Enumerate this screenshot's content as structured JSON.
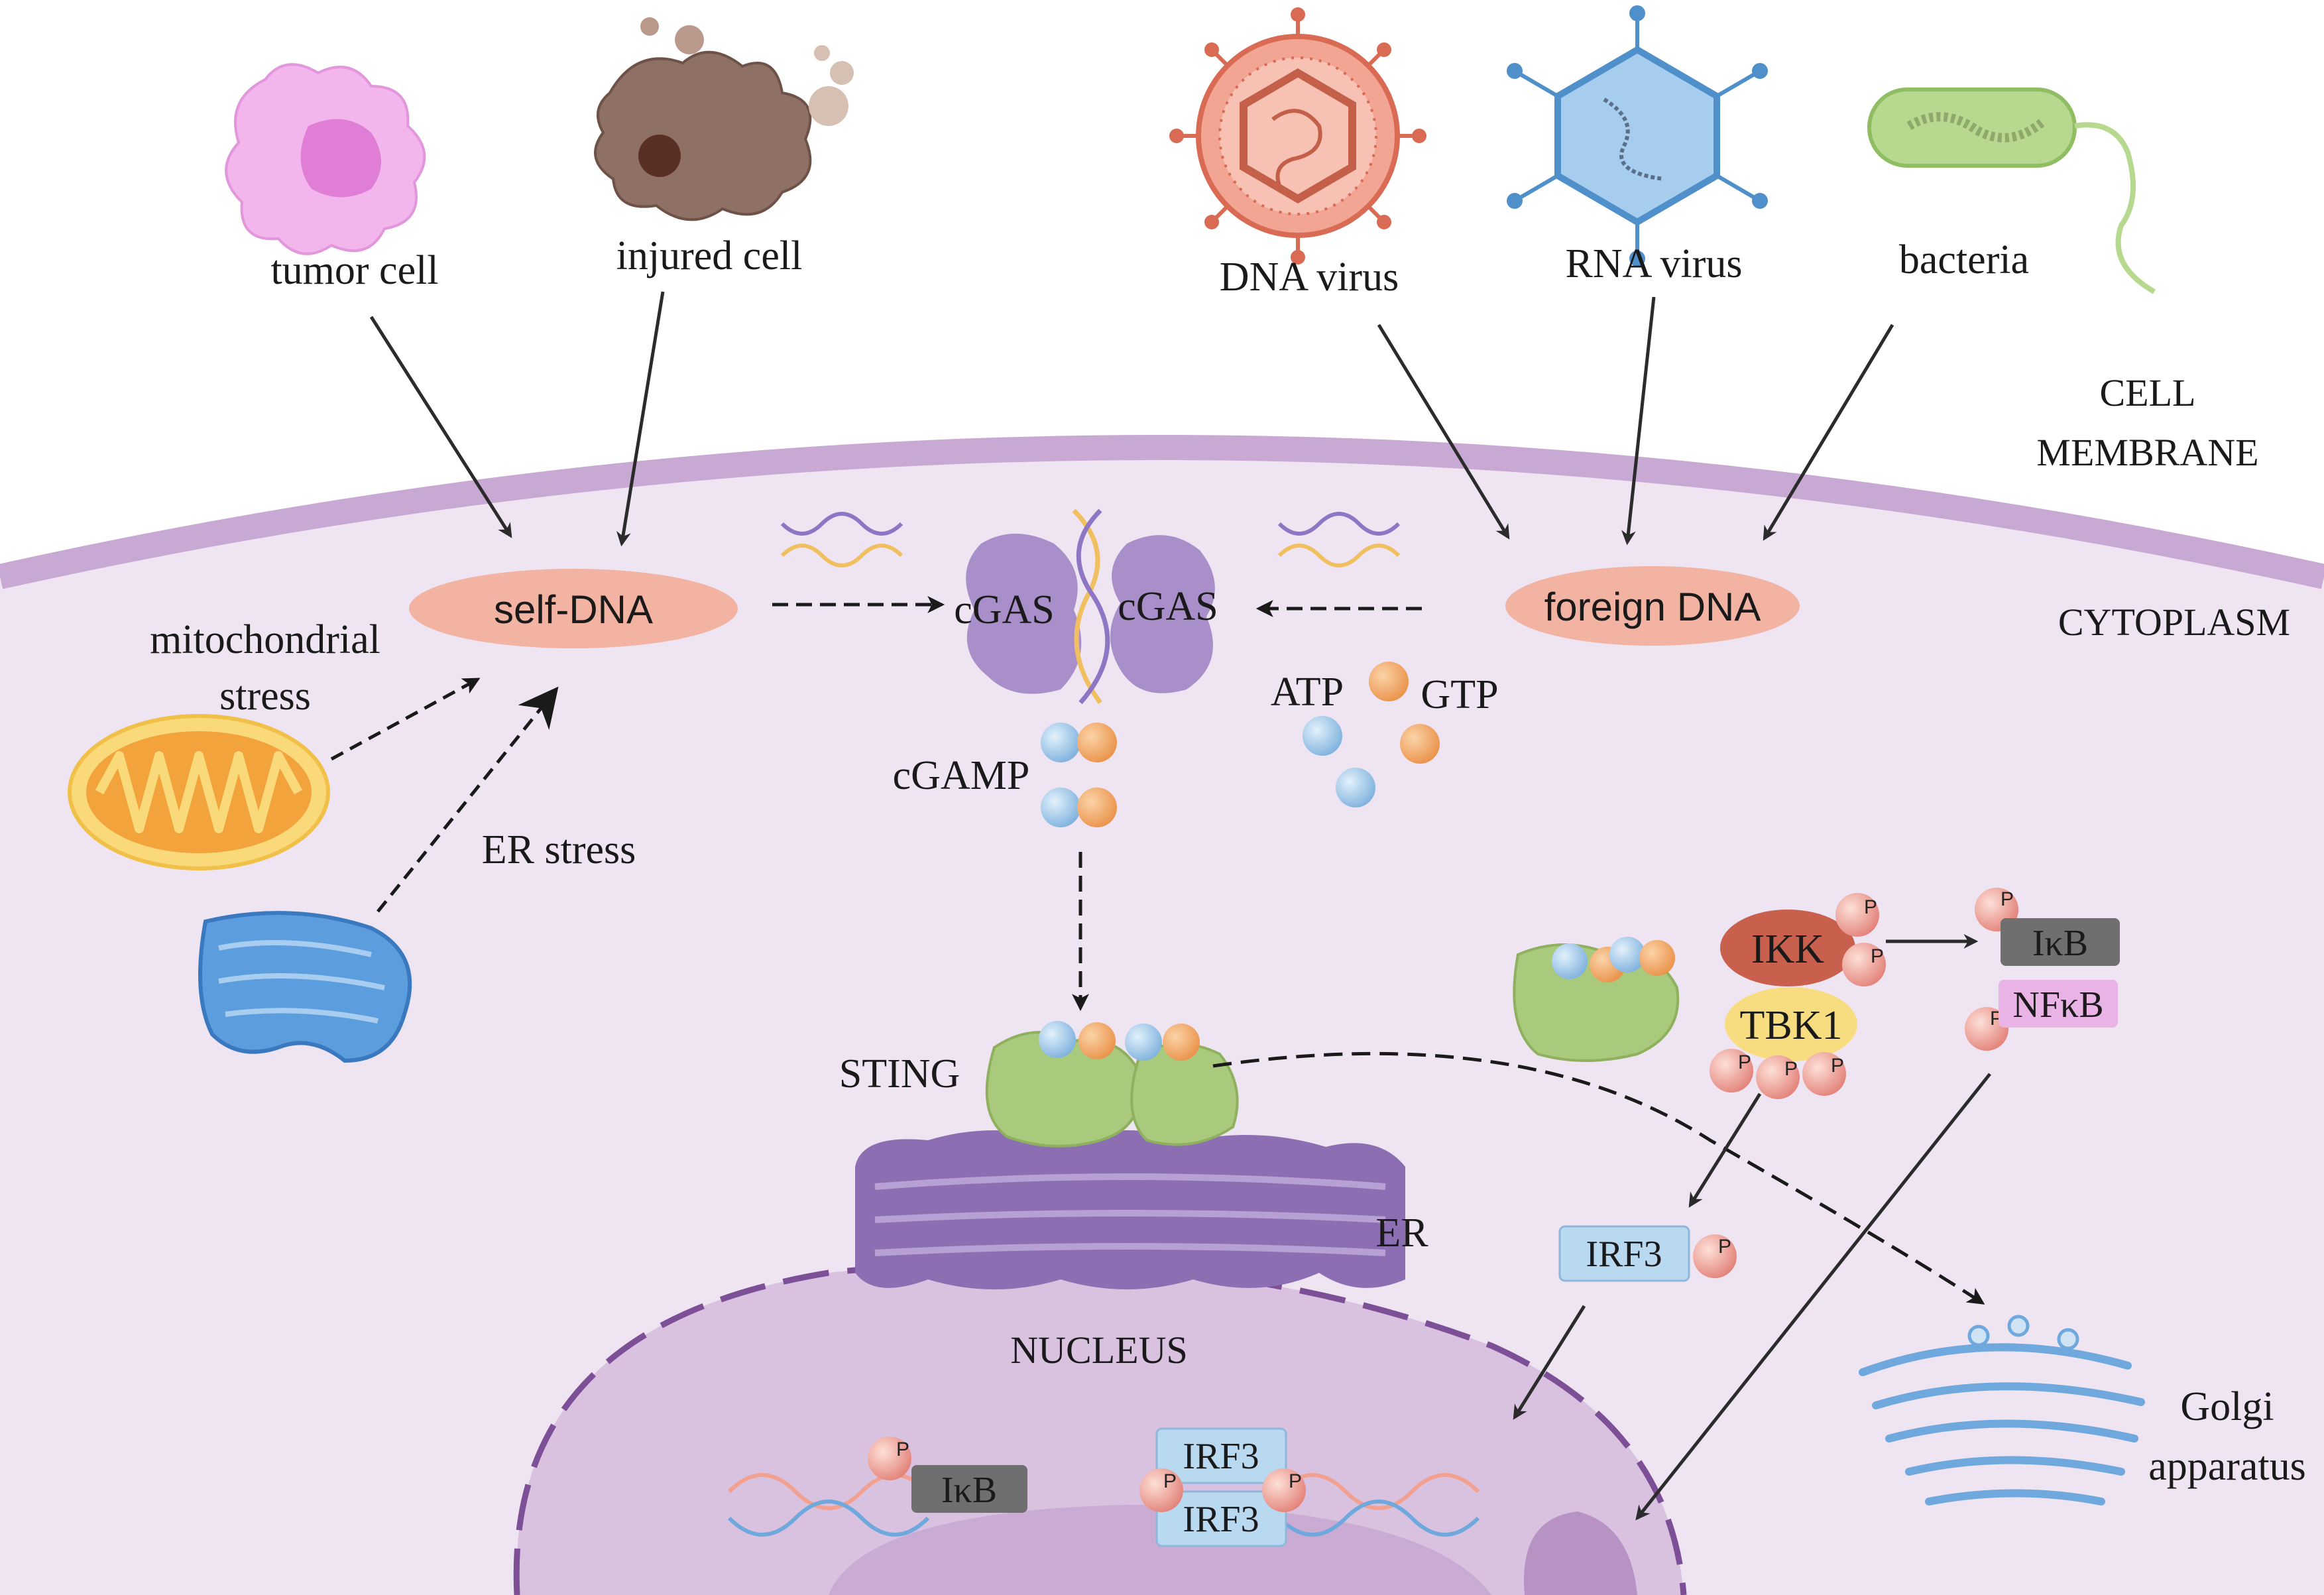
{
  "sources": {
    "tumor_cell": "tumor cell",
    "injured_cell": "injured cell",
    "dna_virus": "DNA virus",
    "rna_virus": "RNA virus",
    "bacteria": "bacteria"
  },
  "regions": {
    "cell_membrane_line1": "CELL",
    "cell_membrane_line2": "MEMBRANE",
    "cytoplasm": "CYTOPLASM",
    "nucleus": "NUCLEUS"
  },
  "nodes": {
    "self_dna": "self-DNA",
    "foreign_dna": "foreign DNA",
    "cgas_left": "cGAS",
    "cgas_right": "cGAS",
    "atp": "ATP",
    "gtp": "GTP",
    "cgamp": "cGAMP",
    "sting": "STING",
    "er": "ER",
    "ikk": "IKK",
    "tbk1": "TBK1",
    "ikb_cyto": "IκB",
    "nfkb": "NFκB",
    "irf3_cyto": "IRF3",
    "golgi_line1": "Golgi",
    "golgi_line2": "apparatus",
    "ikb_nuc": "IκB",
    "irf3_nuc_top": "IRF3",
    "irf3_nuc_bottom": "IRF3",
    "phospho": "P"
  },
  "stress": {
    "mito_line1": "mitochondrial",
    "mito_line2": "stress",
    "er_stress": "ER stress"
  },
  "colors": {
    "cytoplasm": "#efe4f2",
    "membrane": "#c8a9d4",
    "nucleus": "#d9c2e0",
    "nucleus_border": "#7c4f96",
    "dna_pill": "#f2b3a3",
    "cgas": "#a98fc9",
    "sting": "#a9c97d",
    "er": "#8c6fb2",
    "ikk": "#c9604d",
    "tbk1": "#f7dc80",
    "ikb": "#6f6f6f",
    "nfkb": "#e9b3e6",
    "irf3": "#b9d9f0",
    "phospho": "#f2a08f",
    "atp": "#9fc7ea",
    "gtp": "#f3a965"
  }
}
